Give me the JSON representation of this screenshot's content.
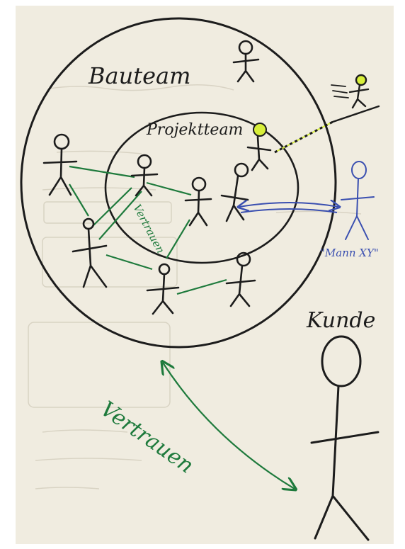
{
  "labels": {
    "bauteam": "Bauteam",
    "projektteam": "Projektteam",
    "vertrauen_inner": "Vertrauen",
    "mann_xy": "\"Mann XY\"",
    "kunde": "Kunde",
    "vertrauen_outer": "Vertrauen"
  },
  "colors": {
    "ink_black": "#1c1c1c",
    "ink_green": "#1e7a3c",
    "ink_blue": "#3a4fb0",
    "highlight_yellow": "#d8ef3a",
    "paper": "#f0ece0"
  },
  "icons": [
    "stick-figure-icon",
    "running-stick-figure-icon",
    "head-yellow-icon",
    "double-arrow-icon"
  ]
}
